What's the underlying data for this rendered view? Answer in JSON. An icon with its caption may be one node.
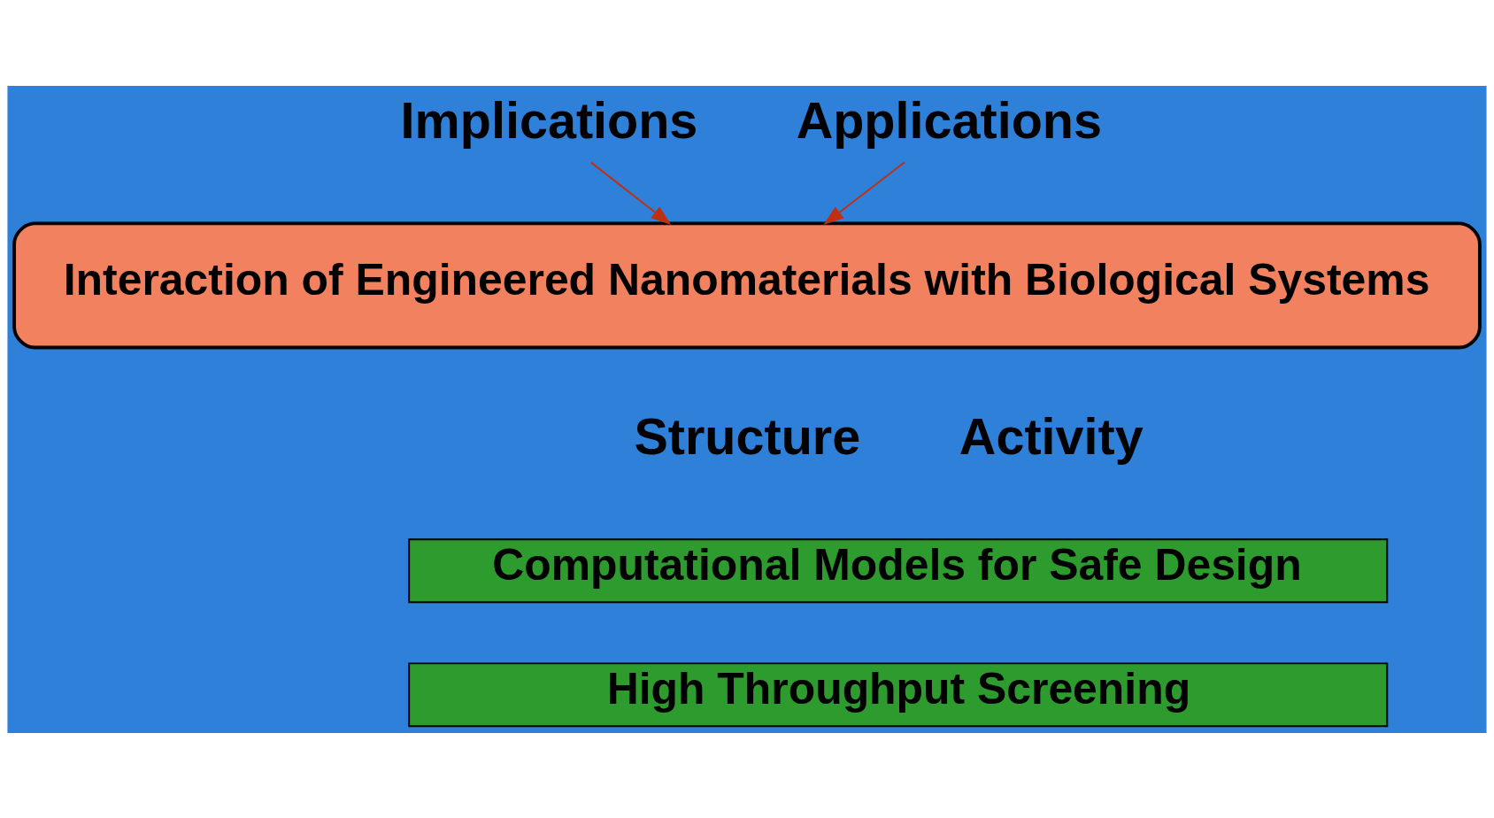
{
  "diagram": {
    "nodes": [
      {
        "text": [
          "Implications"
        ]
      },
      {
        "text": [
          "Applications"
        ]
      },
      {
        "text": [
          "Interaction of Engineered Nanomaterials with Biological Systems"
        ]
      },
      {
        "text": [
          "Computational Models for Safe Design"
        ]
      },
      {
        "text": [
          "High Throughput Screening"
        ]
      }
    ],
    "edges": [
      {
        "from": 0,
        "to": 2,
        "arrow": "to"
      },
      {
        "from": 1,
        "to": 2,
        "arrow": "to"
      }
    ],
    "labels": [
      "Structure",
      "Activity"
    ]
  }
}
